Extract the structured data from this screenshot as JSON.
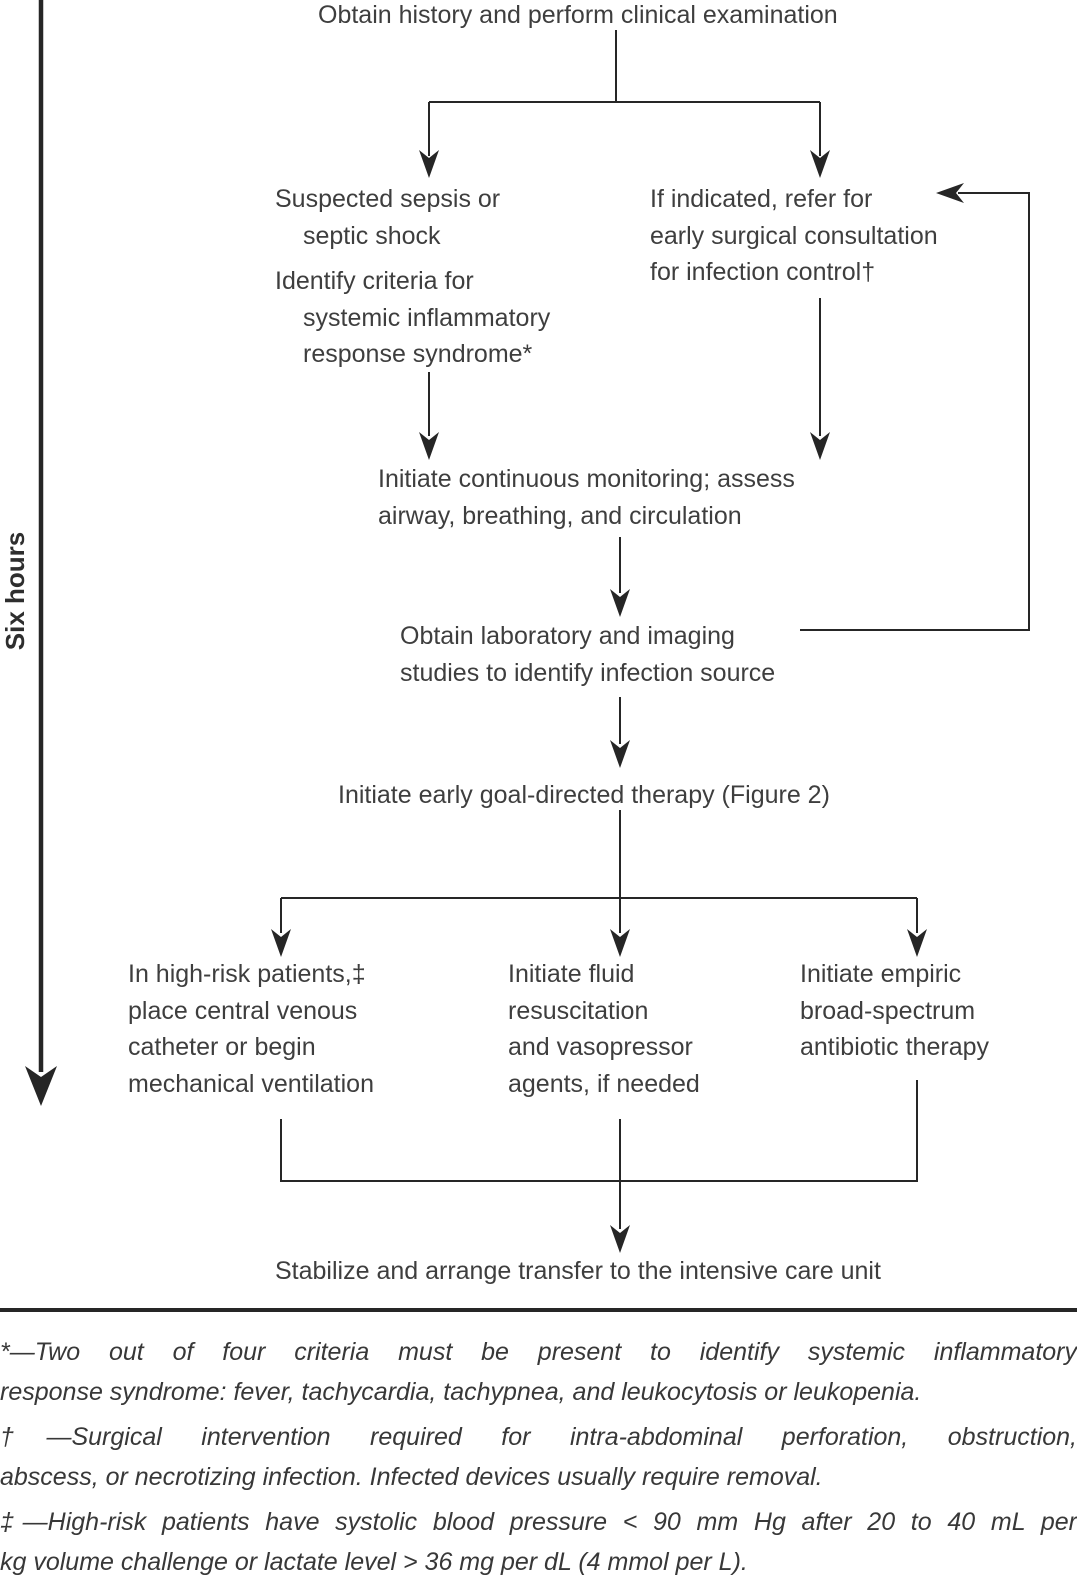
{
  "theme": {
    "background": "#ffffff",
    "line_color": "#262626",
    "text_color": "#3e3e3e"
  },
  "timeline": {
    "label": "Six hours"
  },
  "flowchart": {
    "start": {
      "text": "Obtain history and perform clinical examination"
    },
    "sepsis": {
      "para1": [
        "Suspected sepsis or",
        "septic shock"
      ],
      "para2": [
        "Identify criteria for",
        "systemic inflammatory",
        "response syndrome*"
      ]
    },
    "surgical": {
      "lines": [
        "If indicated, refer for",
        "early surgical consultation",
        "for infection control†"
      ]
    },
    "monitoring": {
      "lines": [
        "Initiate continuous monitoring; assess",
        "airway, breathing, and circulation"
      ]
    },
    "labs": {
      "lines": [
        "Obtain laboratory and imaging",
        "studies to identify infection source"
      ]
    },
    "egdt": {
      "text": "Initiate early goal-directed therapy (Figure 2)"
    },
    "high_risk": {
      "lines": [
        "In high-risk patients,‡",
        "place central venous",
        "catheter or begin",
        "mechanical ventilation"
      ]
    },
    "fluids": {
      "lines": [
        "Initiate fluid",
        "resuscitation",
        "and vasopressor",
        "agents, if needed"
      ]
    },
    "antibiotics": {
      "lines": [
        "Initiate empiric",
        "broad-spectrum",
        "antibiotic therapy"
      ]
    },
    "stabilize": {
      "text": "Stabilize and arrange transfer to the intensive care unit"
    }
  },
  "footnotes": {
    "sirs": {
      "lines": [
        "*—Two out of four criteria must be present to identify systemic inflammatory",
        "response syndrome: fever, tachycardia, tachypnea, and leukocytosis or leukopenia."
      ]
    },
    "surgical": {
      "lines": [
        "†—Surgical intervention required for intra-abdominal perforation, obstruction,",
        "abscess, or necrotizing infection. Infected devices usually require removal."
      ]
    },
    "high_risk": {
      "lines": [
        "‡—High-risk patients have systolic blood pressure < 90 mm Hg after 20 to 40 mL per",
        "kg volume challenge or lactate level > 36 mg per dL (4 mmol per L)."
      ]
    }
  }
}
